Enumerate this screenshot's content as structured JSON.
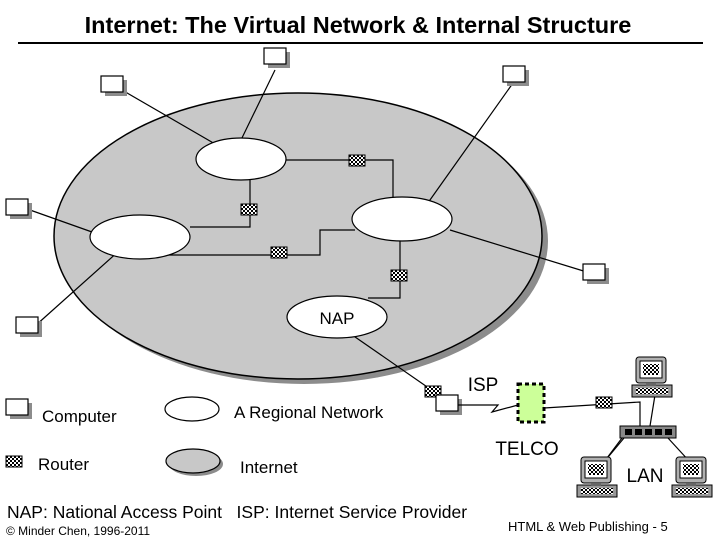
{
  "title": "Internet: The Virtual Network & Internal Structure",
  "labels": {
    "nap": "NAP",
    "isp": "ISP",
    "telco": "TELCO",
    "lan": "LAN"
  },
  "legend": {
    "computer": "Computer",
    "router": "Router",
    "regional_network": "A Regional Network",
    "internet": "Internet"
  },
  "definitions": "NAP: National Access Point   ISP: Internet Service Provider",
  "footer": {
    "copyright": "© Minder Chen, 1996-2011",
    "page": "HTML & Web Publishing - 5"
  },
  "colors": {
    "internet_fill": "#c8c8c8",
    "shadow": "#8c8c8c",
    "telco_fill": "#ccff99",
    "router_fill": "#ffffff",
    "line": "#000000"
  },
  "icons": [
    "computer-icon",
    "router-icon",
    "modem-icon",
    "hub-icon",
    "workstation-icon"
  ]
}
